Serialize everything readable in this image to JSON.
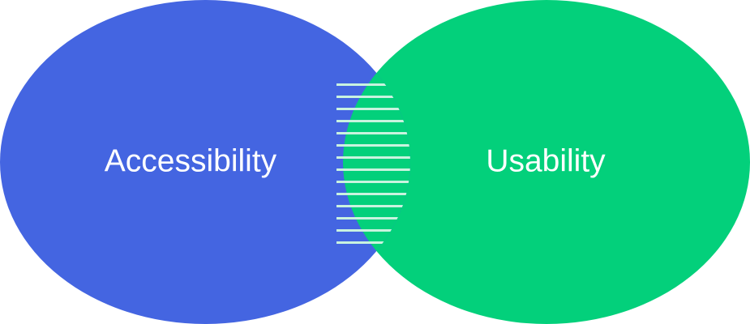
{
  "diagram": {
    "type": "venn",
    "sets": [
      {
        "label": "Accessibility",
        "color": "#4465e1"
      },
      {
        "label": "Usability",
        "color": "#03d07b"
      }
    ],
    "overlap": {
      "pattern": "horizontal-stripes",
      "stripe_color": "#c9f3df"
    }
  }
}
